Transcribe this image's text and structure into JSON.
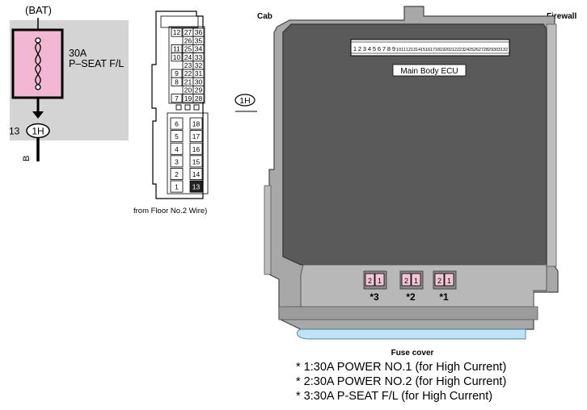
{
  "circuit": {
    "source": "(BAT)",
    "fuse_rating": "30A",
    "fuse_name": "P–SEAT F/L",
    "pin": "13",
    "connector": "1H",
    "wire_color": "B"
  },
  "connector_face": {
    "upper_rows": [
      [
        "12",
        "27",
        "36"
      ],
      [
        "",
        "26",
        "35"
      ],
      [
        "11",
        "25",
        "34"
      ],
      [
        "10",
        "24",
        "33"
      ],
      [
        "",
        "23",
        "32"
      ],
      [
        "9",
        "22",
        "31"
      ],
      [
        "8",
        "21",
        "30"
      ],
      [
        "",
        "20",
        "29"
      ],
      [
        "7",
        "19",
        "28"
      ]
    ],
    "lower_rows": [
      [
        "6",
        "18"
      ],
      [
        "5",
        "17"
      ],
      [
        "4",
        "16"
      ],
      [
        "3",
        "15"
      ],
      [
        "2",
        "14"
      ],
      [
        "1",
        "13"
      ]
    ],
    "caption": "from Floor No.2 Wire)"
  },
  "callout": {
    "label": "1H"
  },
  "ecu_box": {
    "label_cab": "Cab",
    "label_firewall": "Firewall",
    "ecu_label": "Main Body ECU",
    "pin_numbers": [
      "1",
      "2",
      "3",
      "4",
      "5",
      "6",
      "7",
      "8",
      "9",
      "10",
      "11",
      "12",
      "13",
      "14",
      "15",
      "16",
      "17",
      "18",
      "19",
      "20",
      "21",
      "22",
      "23",
      "24",
      "25",
      "26",
      "27",
      "28",
      "29",
      "30",
      "31",
      "32"
    ],
    "fuse_cover_label": "Fuse cover",
    "fuses": [
      {
        "marker": "*3",
        "pins": [
          "2",
          "1"
        ]
      },
      {
        "marker": "*2",
        "pins": [
          "2",
          "1"
        ]
      },
      {
        "marker": "*1",
        "pins": [
          "2",
          "1"
        ]
      }
    ]
  },
  "legend": [
    "* 1:30A POWER NO.1 (for High Current)",
    "* 2:30A POWER NO.2 (for High Current)",
    "* 3:30A P-SEAT F/L (for High Current)"
  ],
  "colors": {
    "panel_gray": "#d4d4d4",
    "fuse_pink": "#f2b8d3",
    "ecu_dark": "#5a5a5a",
    "ecu_light": "#a8a8a8",
    "fuse_cover_blue": "#bfe3f5",
    "pink_fuse_slot": "#f4c6d8"
  }
}
